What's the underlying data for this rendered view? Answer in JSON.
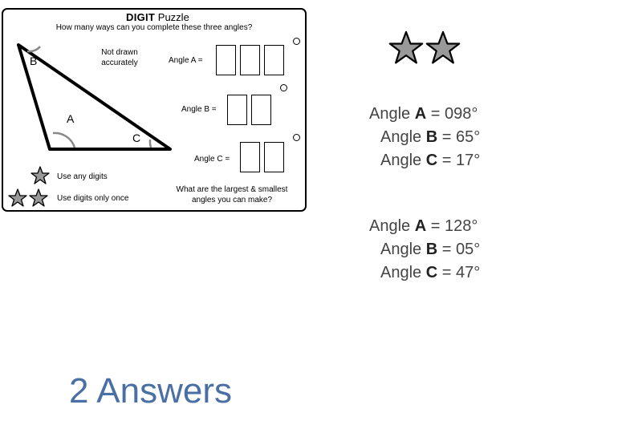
{
  "puzzle": {
    "title_strong": "DIGIT",
    "title_rest": " Puzzle",
    "question": "How many ways can you complete these three angles?",
    "note": "Not drawn\naccurately",
    "vertex_b": "B",
    "vertex_a": "A",
    "vertex_c": "C",
    "angle_a_label": "Angle A =",
    "angle_b_label": "Angle B =",
    "angle_c_label": "Angle C =",
    "rule_any": "Use any digits",
    "rule_once": "Use digits only once",
    "challenge": "What are the largest & smallest\nangles you can make?"
  },
  "difficulty_stars": 2,
  "answers": [
    {
      "a": "098°",
      "b": "65°",
      "c": "17°"
    },
    {
      "a": "128°",
      "b": "05°",
      "c": "47°"
    }
  ],
  "answer_prefix": "Angle ",
  "answer_equals": " = ",
  "answers_count": "2 Answers",
  "colors": {
    "star_fill": "#999999",
    "answers_count": "#4a6fa5"
  }
}
